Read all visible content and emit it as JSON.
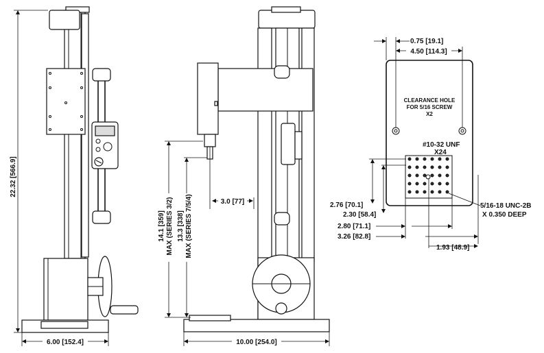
{
  "left_view": {
    "height_dim": "22.32 [566.9]",
    "width_dim": "6.00 [152.4]"
  },
  "middle_view": {
    "offset_dim": "3.0 [77]",
    "max_series_32_line1": "14.1 [359]",
    "max_series_32_line2": "MAX (SERIES 3/2)",
    "max_series_754_line1": "13.3 [338]",
    "max_series_754_line2": "MAX (SERIES 7/5/4)",
    "width_dim": "10.00 [254.0]"
  },
  "right_view": {
    "dim_top_1": "0.75 [19.1]",
    "dim_top_2": "4.50 [114.3]",
    "clearance_line1": "CLEARANCE HOLE",
    "clearance_line2": "FOR 5/16 SCREW",
    "clearance_line3": "X2",
    "thread_line1": "#10-32 UNF",
    "thread_line2": "X24",
    "dim_270": "2.76 [70.1]",
    "dim_230": "2.30 [58.4]",
    "dim_280": "2.80 [71.1]",
    "dim_326": "3.26 [82.8]",
    "dim_193": "1.93 [48.9]",
    "tap_line1": "5/16-18 UNC-2B",
    "tap_line2": "X 0.350 DEEP"
  }
}
